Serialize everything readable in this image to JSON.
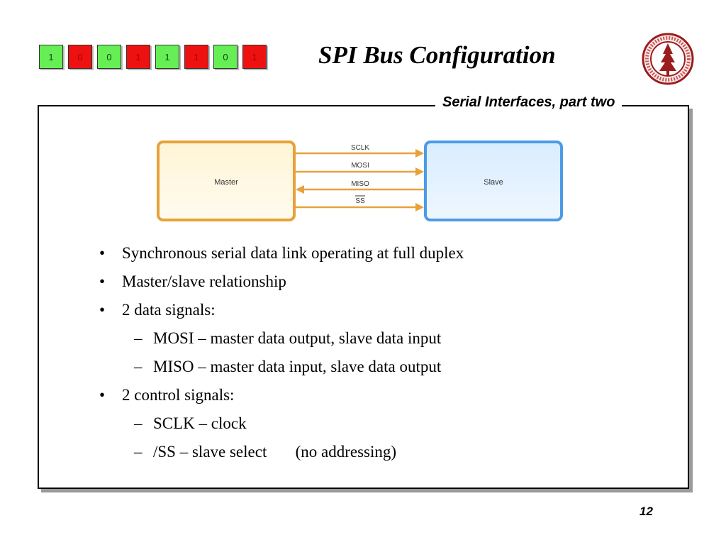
{
  "header": {
    "bits": [
      "1",
      "0",
      "0",
      "1",
      "1",
      "1",
      "0",
      "1"
    ],
    "title": "SPI Bus Configuration",
    "subtitle": "Serial Interfaces, part two",
    "colors": {
      "bit_one": "#66ee55",
      "bit_zero": "#ee1111"
    }
  },
  "diagram": {
    "master_label": "Master",
    "slave_label": "Slave",
    "signals": [
      {
        "label": "SCLK",
        "direction": "master-to-slave"
      },
      {
        "label": "MOSI",
        "direction": "master-to-slave"
      },
      {
        "label": "MISO",
        "direction": "slave-to-master"
      },
      {
        "label": "SS",
        "direction": "master-to-slave",
        "overline": true
      }
    ],
    "colors": {
      "master_fill": "#fff8e0",
      "master_border": "#e8a13a",
      "slave_fill": "#e4f2ff",
      "slave_border": "#4d9be6",
      "arrow": "#e8a13a"
    }
  },
  "bullets": [
    {
      "level": 1,
      "mark": "•",
      "text": "Synchronous serial data link operating at full duplex"
    },
    {
      "level": 1,
      "mark": "•",
      "text": "Master/slave relationship"
    },
    {
      "level": 1,
      "mark": "•",
      "text": "2 data signals:"
    },
    {
      "level": 2,
      "mark": "–",
      "text": "MOSI – master data output, slave data input"
    },
    {
      "level": 2,
      "mark": "–",
      "text": "MISO – master data input, slave data output"
    },
    {
      "level": 1,
      "mark": "•",
      "text": "2 control signals:"
    },
    {
      "level": 2,
      "mark": "–",
      "text": "SCLK – clock"
    },
    {
      "level": 2,
      "mark": "–",
      "text": "/SS – slave select       (no addressing)"
    }
  ],
  "footer": {
    "page_number": "12"
  }
}
